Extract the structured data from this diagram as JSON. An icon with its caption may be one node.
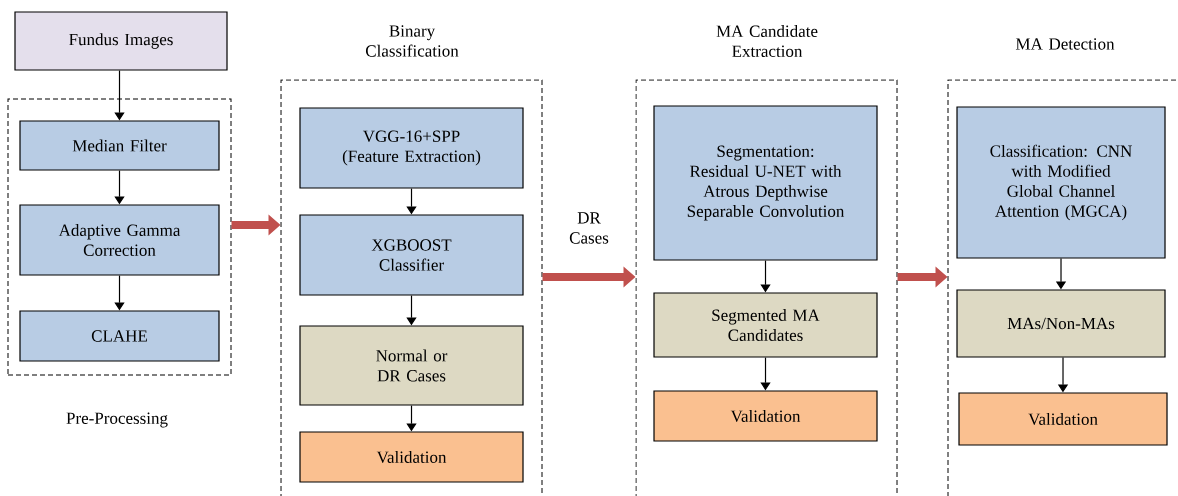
{
  "diagram": {
    "nodes": [
      {
        "text": [
          "Fundus Images"
        ]
      },
      {
        "text": [
          "Pre-Processing"
        ]
      },
      {
        "text": [
          "Median Filter"
        ],
        "in": 1
      },
      {
        "text": [
          "Adaptive Gamma Correction"
        ],
        "in": 1
      },
      {
        "text": [
          "CLAHE"
        ],
        "in": 1
      },
      {
        "text": [
          "Binary Classification"
        ]
      },
      {
        "text": [
          "VGG-16+SPP (Feature Extraction)"
        ],
        "in": 5
      },
      {
        "text": [
          "XGBOOST Classifier"
        ],
        "in": 5
      },
      {
        "text": [
          "Normal or DR Cases"
        ],
        "in": 5
      },
      {
        "text": [
          "Validation"
        ],
        "in": 5
      },
      {
        "text": [
          "MA Candidate Extraction"
        ]
      },
      {
        "text": [
          "Segmentation: Residual U-NET with Atrous Depthwise Separable Convolution"
        ],
        "in": 10
      },
      {
        "text": [
          "Segmented MA Candidates"
        ],
        "in": 10
      },
      {
        "text": [
          "Validation"
        ],
        "in": 10
      },
      {
        "text": [
          "MA Detection"
        ]
      },
      {
        "text": [
          "Classification: CNN with Modified Global Channel Attention (MGCA)"
        ],
        "in": 14
      },
      {
        "text": [
          "MAs/Non-MAs"
        ],
        "in": 14
      },
      {
        "text": [
          "Validation"
        ],
        "in": 14
      }
    ],
    "edges": [
      {
        "from": 0,
        "to": 2,
        "arrow": "to"
      },
      {
        "from": 2,
        "to": 3,
        "arrow": "to"
      },
      {
        "from": 3,
        "to": 4,
        "arrow": "to"
      },
      {
        "from": 1,
        "to": 5,
        "arrow": "to",
        "style": "thick",
        "color": "#c0504d"
      },
      {
        "from": 6,
        "to": 7,
        "arrow": "to"
      },
      {
        "from": 7,
        "to": 8,
        "arrow": "to"
      },
      {
        "from": 8,
        "to": 9,
        "arrow": "to"
      },
      {
        "from": 5,
        "to": 10,
        "arrow": "to",
        "style": "thick",
        "color": "#c0504d",
        "label": "DR Cases"
      },
      {
        "from": 11,
        "to": 12,
        "arrow": "to"
      },
      {
        "from": 12,
        "to": 13,
        "arrow": "to"
      },
      {
        "from": 10,
        "to": 14,
        "arrow": "to",
        "style": "thick",
        "color": "#c0504d"
      },
      {
        "from": 15,
        "to": 16,
        "arrow": "to"
      },
      {
        "from": 16,
        "to": 17,
        "arrow": "to"
      }
    ]
  }
}
